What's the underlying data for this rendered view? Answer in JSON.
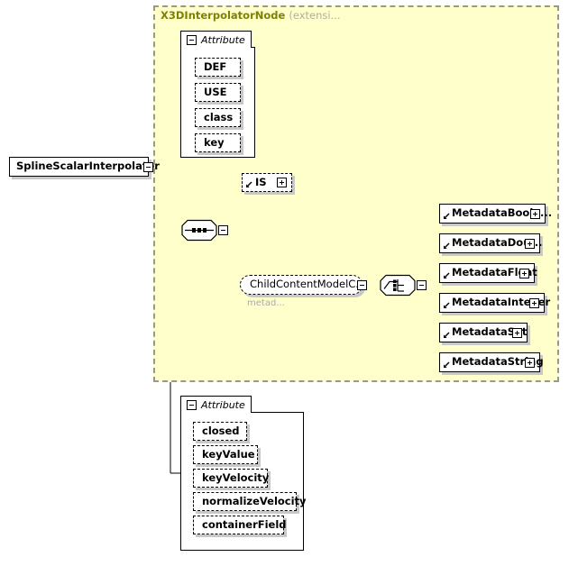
{
  "diagram": {
    "kind": "xml-schema-diagram",
    "root_element": {
      "label": "SplineScalarInterpolator",
      "expander": "minus"
    },
    "extension_region": {
      "title": "X3DInterpolatorNode",
      "title_suffix": "(extensi...",
      "background_color": "#ffffcc",
      "border_color": "#999988"
    },
    "inherited_attribute_group": {
      "tab_label": "Attribute",
      "expander": "minus",
      "attributes": [
        {
          "label": "DEF"
        },
        {
          "label": "USE"
        },
        {
          "label": "class"
        },
        {
          "label": "key"
        }
      ]
    },
    "sequence_compositor": {
      "icon": "sequence-icon",
      "expander": "minus"
    },
    "optional_elements": [
      {
        "label": "IS",
        "icon": "element-ref-arrow-icon",
        "expander": "plus"
      }
    ],
    "group_reference": {
      "label": "ChildContentModelC...",
      "sublabel": "metad...",
      "expander": "minus"
    },
    "choice_compositor": {
      "icon": "choice-icon",
      "expander": "minus"
    },
    "metadata_elements": [
      {
        "label": "MetadataBoole...",
        "icon": "element-ref-arrow-icon",
        "expander": "plus"
      },
      {
        "label": "MetadataDou...",
        "icon": "element-ref-arrow-icon",
        "expander": "plus"
      },
      {
        "label": "MetadataFloat",
        "icon": "element-ref-arrow-icon",
        "expander": "plus"
      },
      {
        "label": "MetadataInteger",
        "icon": "element-ref-arrow-icon",
        "expander": "plus"
      },
      {
        "label": "MetadataSet",
        "icon": "element-ref-arrow-icon",
        "expander": "plus"
      },
      {
        "label": "MetadataString",
        "icon": "element-ref-arrow-icon",
        "expander": "plus"
      }
    ],
    "own_attribute_group": {
      "tab_label": "Attribute",
      "expander": "minus",
      "attributes": [
        {
          "label": "closed"
        },
        {
          "label": "keyValue"
        },
        {
          "label": "keyVelocity"
        },
        {
          "label": "normalizeVelocity"
        },
        {
          "label": "containerField"
        }
      ]
    }
  }
}
